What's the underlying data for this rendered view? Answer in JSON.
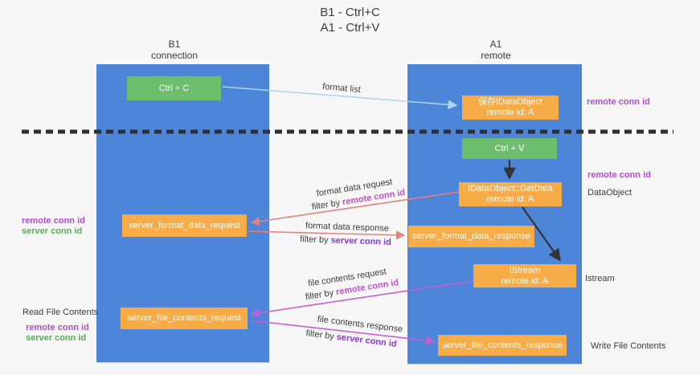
{
  "title": {
    "line1": "B1 - Ctrl+C",
    "line2": "A1 - Ctrl+V"
  },
  "columns": {
    "left": {
      "name": "B1",
      "subtitle": "connection"
    },
    "right": {
      "name": "A1",
      "subtitle": "remote"
    }
  },
  "nodes": {
    "ctrl_c": "Ctrl + C",
    "ctrl_v": "Ctrl + V",
    "save_idataobject": {
      "line1": "保存IDataObject",
      "line2": "remote id: A"
    },
    "getdata": {
      "line1": "IDataObject::GetData",
      "line2": "remote id: A"
    },
    "istream": {
      "line1": "IStream",
      "line2": "remote id: A"
    },
    "server_format_data_request": "server_format_data_request",
    "server_format_data_response": "server_format_data_response",
    "server_file_contents_request": "server_file_contents_request",
    "server_file_contents_response": "server_file_contents_response"
  },
  "side_labels": {
    "right_top_remote_conn_id": "remote conn id",
    "right_mid_remote_conn_id": "remote conn id",
    "dataobject": "DataObject",
    "istream": "Istream",
    "write_file_contents": "Write File Contents",
    "left_remote_conn_id": "remote conn id",
    "left_server_conn_id": "server conn id",
    "read_file_contents": "Read File Contents",
    "left2_remote_conn_id": "remote conn id",
    "left2_server_conn_id": "server conn id"
  },
  "flow_labels": {
    "format_list": "format list",
    "format_data_request": "format data request",
    "filter_remote_1": {
      "prefix": "filter by ",
      "highlight": "remote conn id"
    },
    "format_data_response": "format data response",
    "filter_server_1": {
      "prefix": "filter by ",
      "highlight": "server conn id"
    },
    "file_contents_request": "file contents request",
    "filter_remote_2": {
      "prefix": "filter by ",
      "highlight": "remote conn id"
    },
    "file_contents_response": "file contents response",
    "filter_server_2": {
      "prefix": "filter by ",
      "highlight": "server conn id"
    }
  },
  "colors": {
    "column_blue": "#4d86d9",
    "node_green": "#6ebf6d",
    "node_orange": "#f8ac47",
    "remote_conn_id_text": "#b44bd1",
    "server_conn_id_green_text": "#55ae55",
    "server_conn_id_violet_text": "#8d36d8",
    "arrow_salmon": "#e87f7f",
    "arrow_magenta": "#c85fd0",
    "arrow_light_blue": "#a9d4f2",
    "arrow_black": "#333333",
    "dashed_line": "#2f2f2f",
    "background": "#f7f7f8"
  }
}
